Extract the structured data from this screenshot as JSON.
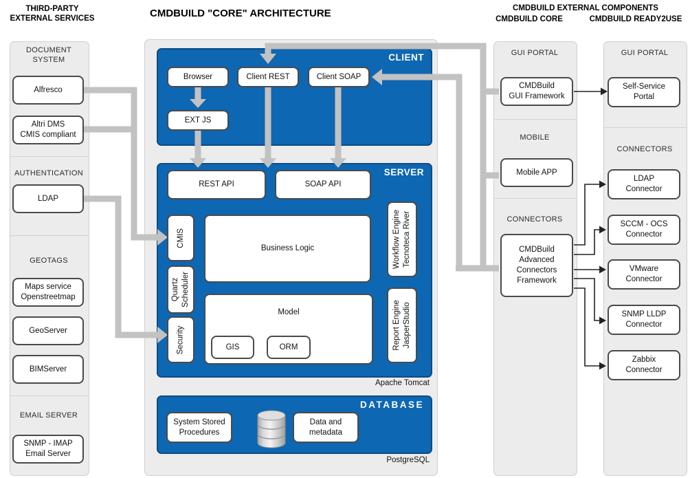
{
  "titles": {
    "left": "THIRD-PARTY\nEXTERNAL SERVICES",
    "main": "CMDBUILD \"CORE\" ARCHITECTURE",
    "right": "CMDBUILD EXTERNAL COMPONENTS",
    "right_core": "CMDBUILD CORE",
    "right_ready2use": "CMDBUILD READY2USE"
  },
  "colors": {
    "core_blue": "#0e67b2",
    "arrow_gray": "#c2c2c2",
    "panel_gray": "#ececec",
    "box_border": "#4a4a4a"
  },
  "left_panel": {
    "sections": [
      {
        "title": "DOCUMENT\nSYSTEM",
        "items": [
          "Alfresco",
          "Altri DMS\nCMIS compliant"
        ]
      },
      {
        "title": "AUTHENTICATION",
        "items": [
          "LDAP"
        ]
      },
      {
        "title": "GEOTAGS",
        "items": [
          "Maps service\nOpenstreetmap",
          "GeoServer",
          "BIMServer"
        ]
      },
      {
        "title": "EMAIL SERVER",
        "items": [
          "SNMP - IMAP\nEmail Server"
        ]
      }
    ]
  },
  "core": {
    "client": {
      "label": "CLIENT",
      "browser": "Browser",
      "client_rest": "Client REST",
      "client_soap": "Client SOAP",
      "extjs": "EXT JS"
    },
    "server": {
      "label": "SERVER",
      "rest_api": "REST API",
      "soap_api": "SOAP API",
      "cmis": "CMIS",
      "quartz": "Quartz\nScheduler",
      "security": "Security",
      "business_logic": "Business Logic",
      "model": "Model",
      "gis": "GIS",
      "orm": "ORM",
      "workflow": "Workflow Engine\nTecnoteca River",
      "report": "Report Engine\nJasperStudio",
      "runtime": "Apache Tomcat"
    },
    "database": {
      "label": "DATABASE",
      "stored_procedures": "System Stored\nProcedures",
      "data_metadata": "Data and\nmetadata",
      "engine": "PostgreSQL",
      "icon": "database-cylinder-icon"
    }
  },
  "core_components": {
    "sections": [
      {
        "title": "GUI PORTAL",
        "item": "CMDBuild\nGUI Framework"
      },
      {
        "title": "MOBILE",
        "item": "Mobile APP"
      },
      {
        "title": "CONNECTORS",
        "item": "CMDBuild\nAdvanced\nConnectors\nFramework"
      }
    ]
  },
  "ready2use": {
    "gui_portal": {
      "title": "GUI PORTAL",
      "item": "Self-Service\nPortal"
    },
    "connectors": {
      "title": "CONNECTORS",
      "items": [
        "LDAP\nConnector",
        "SCCM - OCS\nConnector",
        "VMware\nConnector",
        "SNMP LLDP\nConnector",
        "Zabbix\nConnector"
      ]
    }
  }
}
